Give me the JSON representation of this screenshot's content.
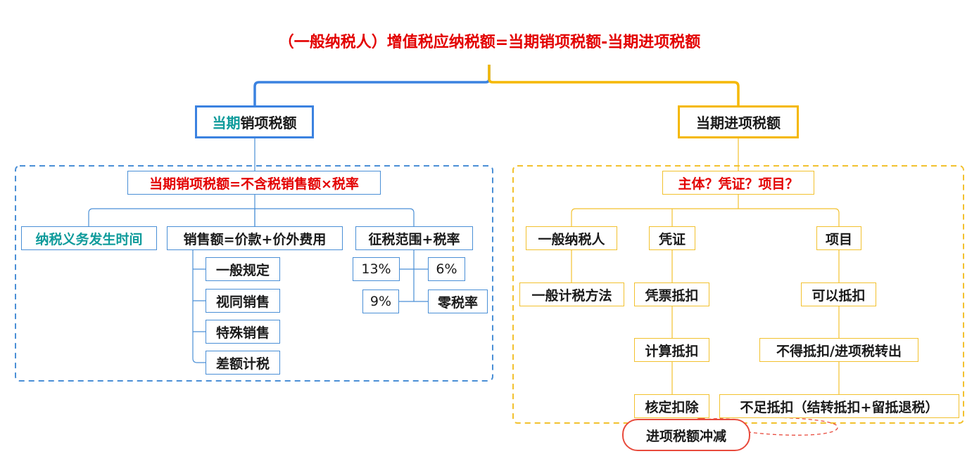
{
  "title": "（一般纳税人）增值税应纳税额=当期销项税额-当期进项税额",
  "left": {
    "root_prefix": "当期",
    "root_rest": "销项税额",
    "formula": "当期销项税额=不含税销售额×税率",
    "branch1": "纳税义务发生时间",
    "branch2": "销售额=价款+价外费用",
    "branch2_items": [
      "一般规定",
      "视同销售",
      "特殊销售",
      "差额计税"
    ],
    "branch3": "征税范围+税率",
    "rates": [
      "13%",
      "6%",
      "9%",
      "零税率"
    ]
  },
  "right": {
    "root": "当期进项税额",
    "question": "主体？凭证？项目？",
    "col1": "一般纳税人",
    "col1_item": "一般计税方法",
    "col2": "凭证",
    "col2_items": [
      "凭票抵扣",
      "计算抵扣",
      "核定扣除"
    ],
    "col3": "项目",
    "col3_items": [
      "可以抵扣",
      "不得抵扣/进项税转出",
      "不足抵扣（结转抵扣+留抵退税）"
    ],
    "note": "进项税额冲减"
  },
  "colors": {
    "title": "#e30000",
    "blue": "#3b82e0",
    "gold": "#f5b800",
    "teal": "#0f9b9b",
    "note_border": "#e84a3c"
  }
}
